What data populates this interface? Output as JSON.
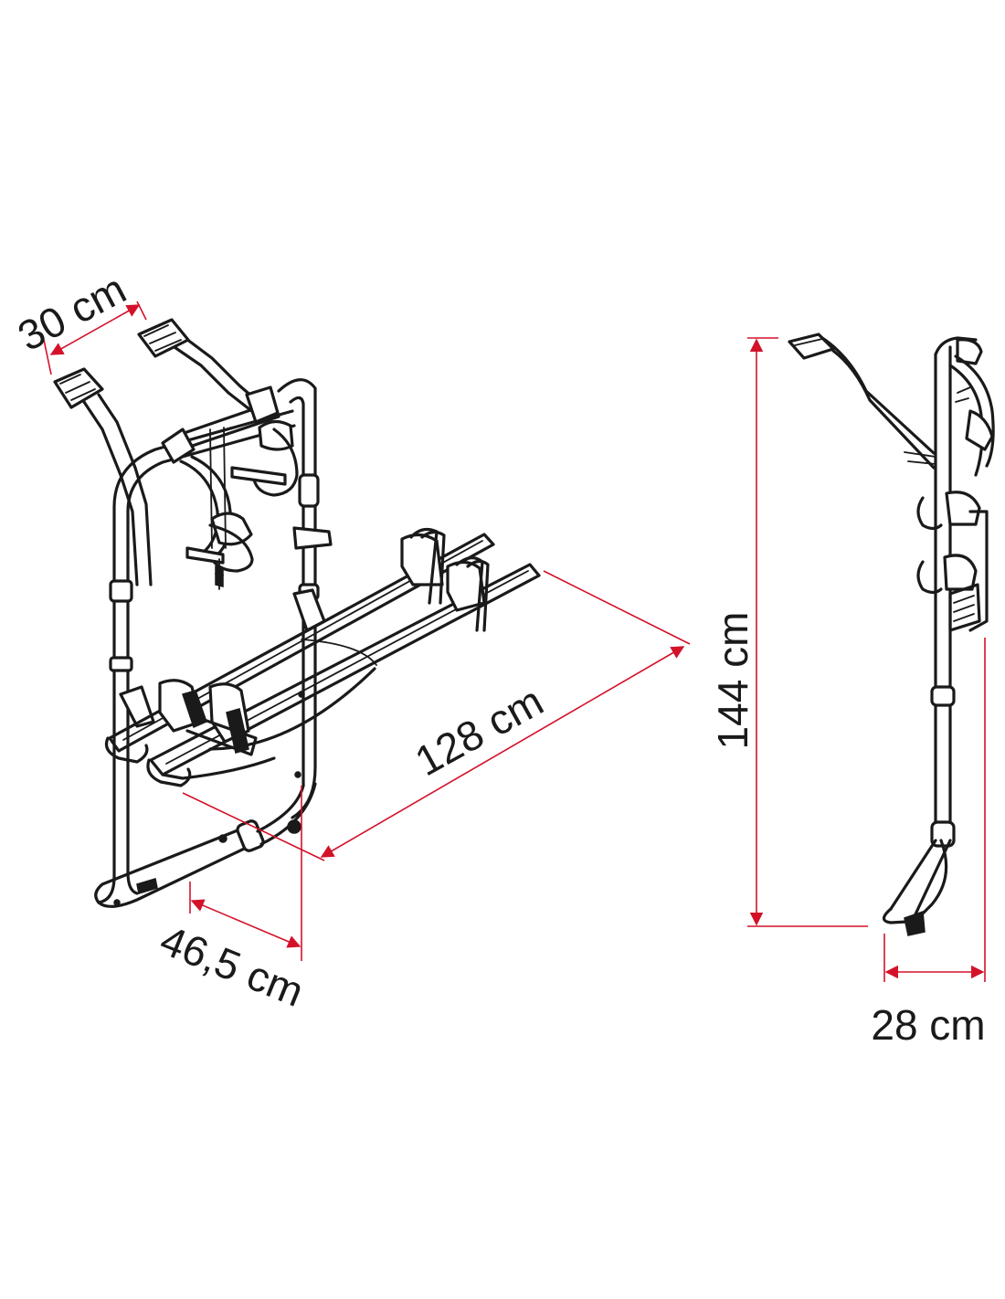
{
  "colors": {
    "outline": "#1a1a1a",
    "dimension_line": "#d3122a",
    "background": "#ffffff"
  },
  "dimensions": {
    "mount_spacing": "30 cm",
    "rail_length": "128 cm",
    "depth": "46,5 cm",
    "height": "144 cm",
    "side_depth": "28 cm"
  }
}
